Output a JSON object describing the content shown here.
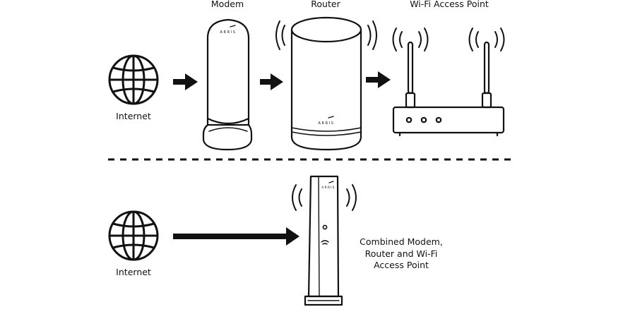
{
  "top_row": {
    "internet_label": "Internet",
    "modem_label": "Modem",
    "modem_brand": "ARRIS",
    "router_label": "Router",
    "router_brand": "ARRIS",
    "access_point_label": "Wi-Fi Access Point"
  },
  "bottom_row": {
    "internet_label": "Internet",
    "combined_brand": "ARRIS",
    "combined_label_lines": [
      "Combined Modem,",
      "Router and Wi-Fi",
      "Access Point"
    ]
  }
}
